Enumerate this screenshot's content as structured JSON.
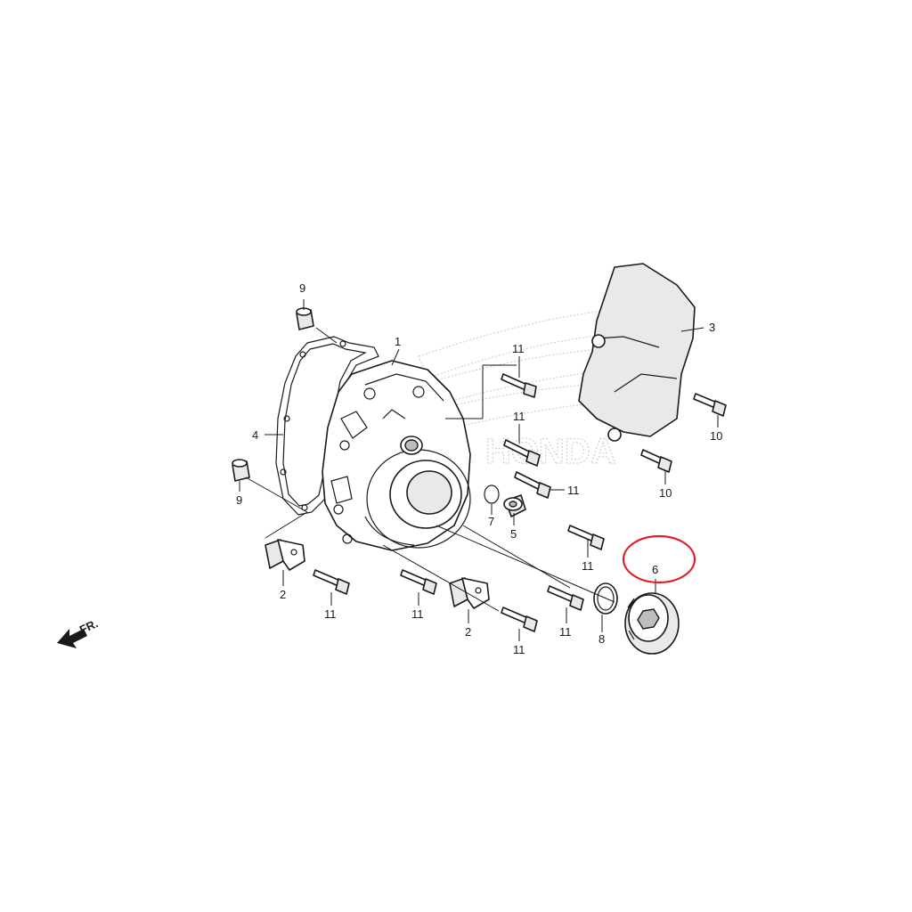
{
  "callouts": {
    "c1": "1",
    "c2a": "2",
    "c2b": "2",
    "c3": "3",
    "c4": "4",
    "c5": "5",
    "c6": "6",
    "c7": "7",
    "c8": "8",
    "c9a": "9",
    "c9b": "9",
    "c10a": "10",
    "c10b": "10",
    "c11a": "11",
    "c11b": "11",
    "c11c": "11",
    "c11d": "11",
    "c11e": "11",
    "c11f": "11",
    "c11g": "11",
    "c11h": "11"
  },
  "direction_label": "FR.",
  "watermark_text": "HONDA",
  "highlight_color": "#e0202a"
}
